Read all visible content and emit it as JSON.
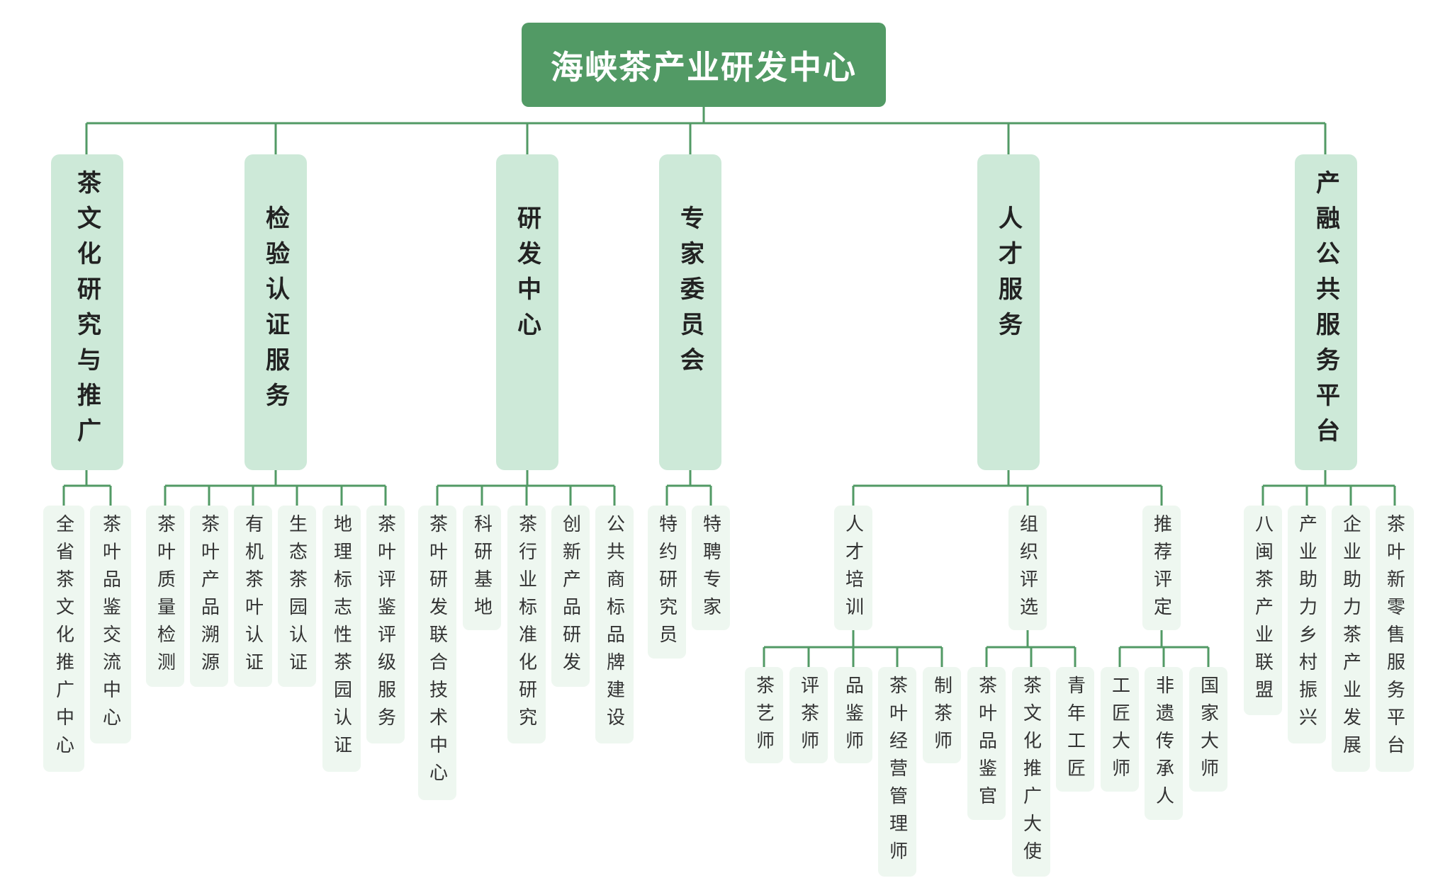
{
  "org_chart": {
    "root": "海峡茶产业研发中心",
    "branches": [
      {
        "label": "茶文化研究与推广",
        "children": [
          "全省茶文化推广中心",
          "茶叶品鉴交流中心"
        ]
      },
      {
        "label": "检验认证服务",
        "children": [
          "茶叶质量检测",
          "茶叶产品溯源",
          "有机茶叶认证",
          "生态茶园认证",
          "地理标志性茶园认证",
          "茶叶评鉴评级服务"
        ]
      },
      {
        "label": "研发中心",
        "children": [
          "茶叶研发联合技术中心",
          "科研基地",
          "茶行业标准化研究",
          "创新产品研发",
          "公共商标品牌建设"
        ]
      },
      {
        "label": "专家委员会",
        "children": [
          "特约研究员",
          "特聘专家"
        ]
      },
      {
        "label": "人才服务",
        "children": [
          {
            "label": "人才培训",
            "children": [
              "茶艺师",
              "评茶师",
              "品鉴师",
              "茶叶经营管理师",
              "制茶师"
            ]
          },
          {
            "label": "组织评选",
            "children": [
              "茶叶品鉴官",
              "茶文化推广大使",
              "青年工匠"
            ]
          },
          {
            "label": "推荐评定",
            "children": [
              "工匠大师",
              "非遗传承人",
              "国家大师"
            ]
          }
        ]
      },
      {
        "label": "产融公共服务平台",
        "children": [
          "八闽茶产业联盟",
          "产业助力乡村振兴",
          "企业助力茶产业发展",
          "茶叶新零售服务平台"
        ]
      }
    ]
  },
  "colors": {
    "root_fill": "#529a65",
    "branch_fill": "#cde9d8",
    "leaf_fill": "#eef7f0",
    "connector": "#529a65"
  }
}
